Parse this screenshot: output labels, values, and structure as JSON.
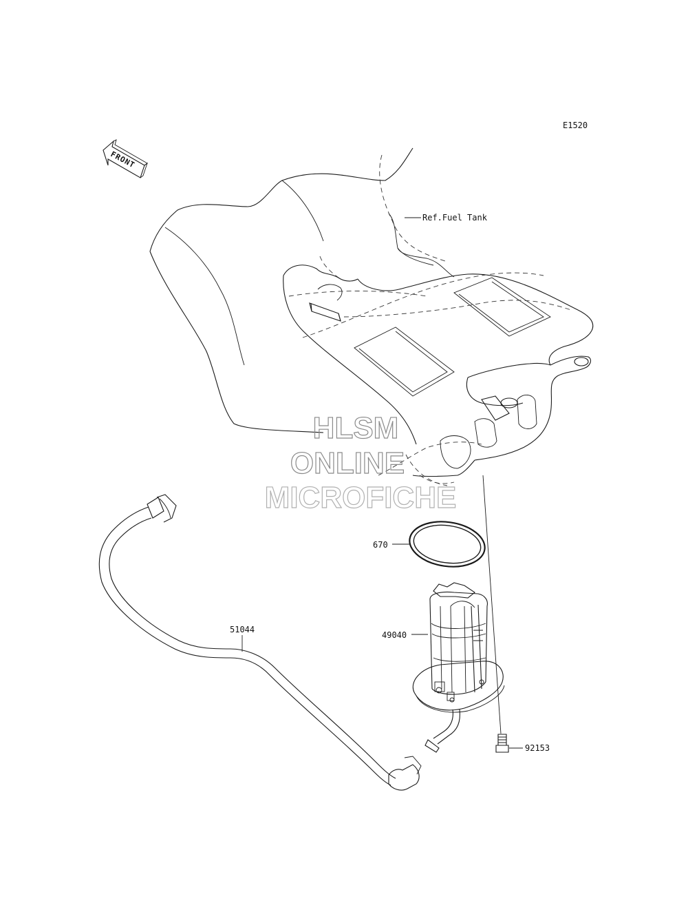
{
  "diagram_code": "E1520",
  "front_label": "FRONT",
  "reference_label": "Ref.Fuel Tank",
  "parts": {
    "gasket": "670",
    "hose": "51044",
    "fuel_pump": "49040",
    "bolt": "92153"
  },
  "watermark": {
    "line1": "HLSM",
    "line2": "ONLINE",
    "line3": "MICROFICHE",
    "color": "#8a8a8a"
  },
  "colors": {
    "line": "#1a1a1a",
    "background": "#ffffff"
  }
}
